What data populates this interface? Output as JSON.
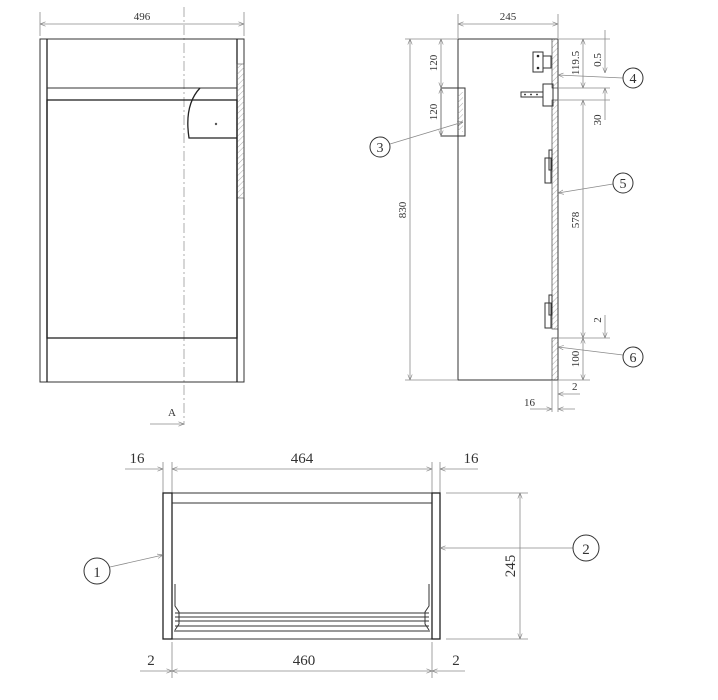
{
  "front_view": {
    "width_label": "496",
    "section_label": "A"
  },
  "side_view": {
    "depth_label": "245",
    "height_label": "830",
    "dim_120_top": "120",
    "dim_120_second": "120",
    "dim_119_5": "119.5",
    "dim_0_5": "0.5",
    "dim_30": "30",
    "dim_578": "578",
    "dim_2_gap": "2",
    "dim_100": "100",
    "dim_2_bottom": "2",
    "dim_16": "16",
    "callouts": [
      "3",
      "4",
      "5",
      "6"
    ]
  },
  "top_view": {
    "dim_16_left": "16",
    "dim_464": "464",
    "dim_16_right": "16",
    "dim_245": "245",
    "dim_2_left": "2",
    "dim_460": "460",
    "dim_2_right": "2",
    "callouts": [
      "1",
      "2"
    ]
  }
}
